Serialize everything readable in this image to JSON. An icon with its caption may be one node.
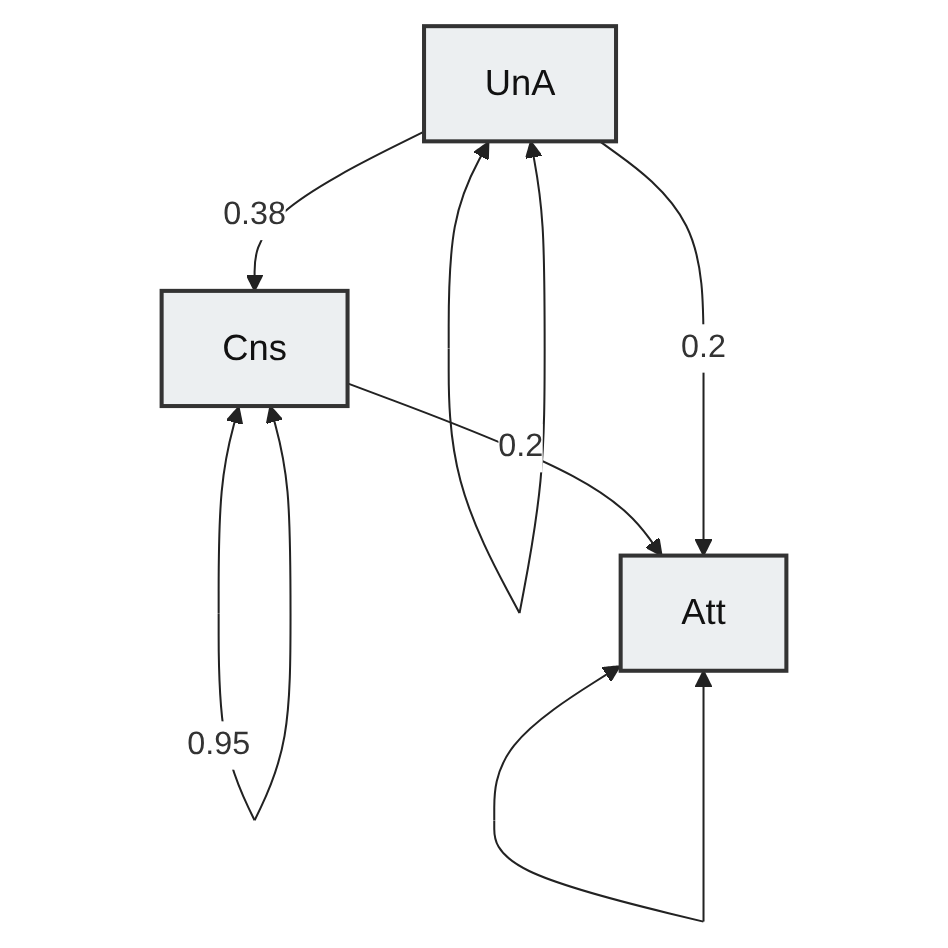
{
  "diagram": {
    "nodes": [
      {
        "text": [
          "Cns"
        ]
      },
      {
        "text": [
          "UnA"
        ]
      },
      {
        "text": [
          "Att"
        ]
      }
    ],
    "edges": [
      {
        "from": 0,
        "to": 0,
        "arrow": "both",
        "label": "0.95"
      },
      {
        "from": 1,
        "to": 0,
        "arrow": "to",
        "label": "0.38"
      },
      {
        "from": 0,
        "to": 2,
        "arrow": "to",
        "label": "0.2"
      },
      {
        "from": 1,
        "to": 2,
        "arrow": "to",
        "label": "0.2"
      },
      {
        "from": 1,
        "to": 1,
        "arrow": "both"
      },
      {
        "from": 2,
        "to": 2,
        "arrow": "both"
      }
    ]
  }
}
